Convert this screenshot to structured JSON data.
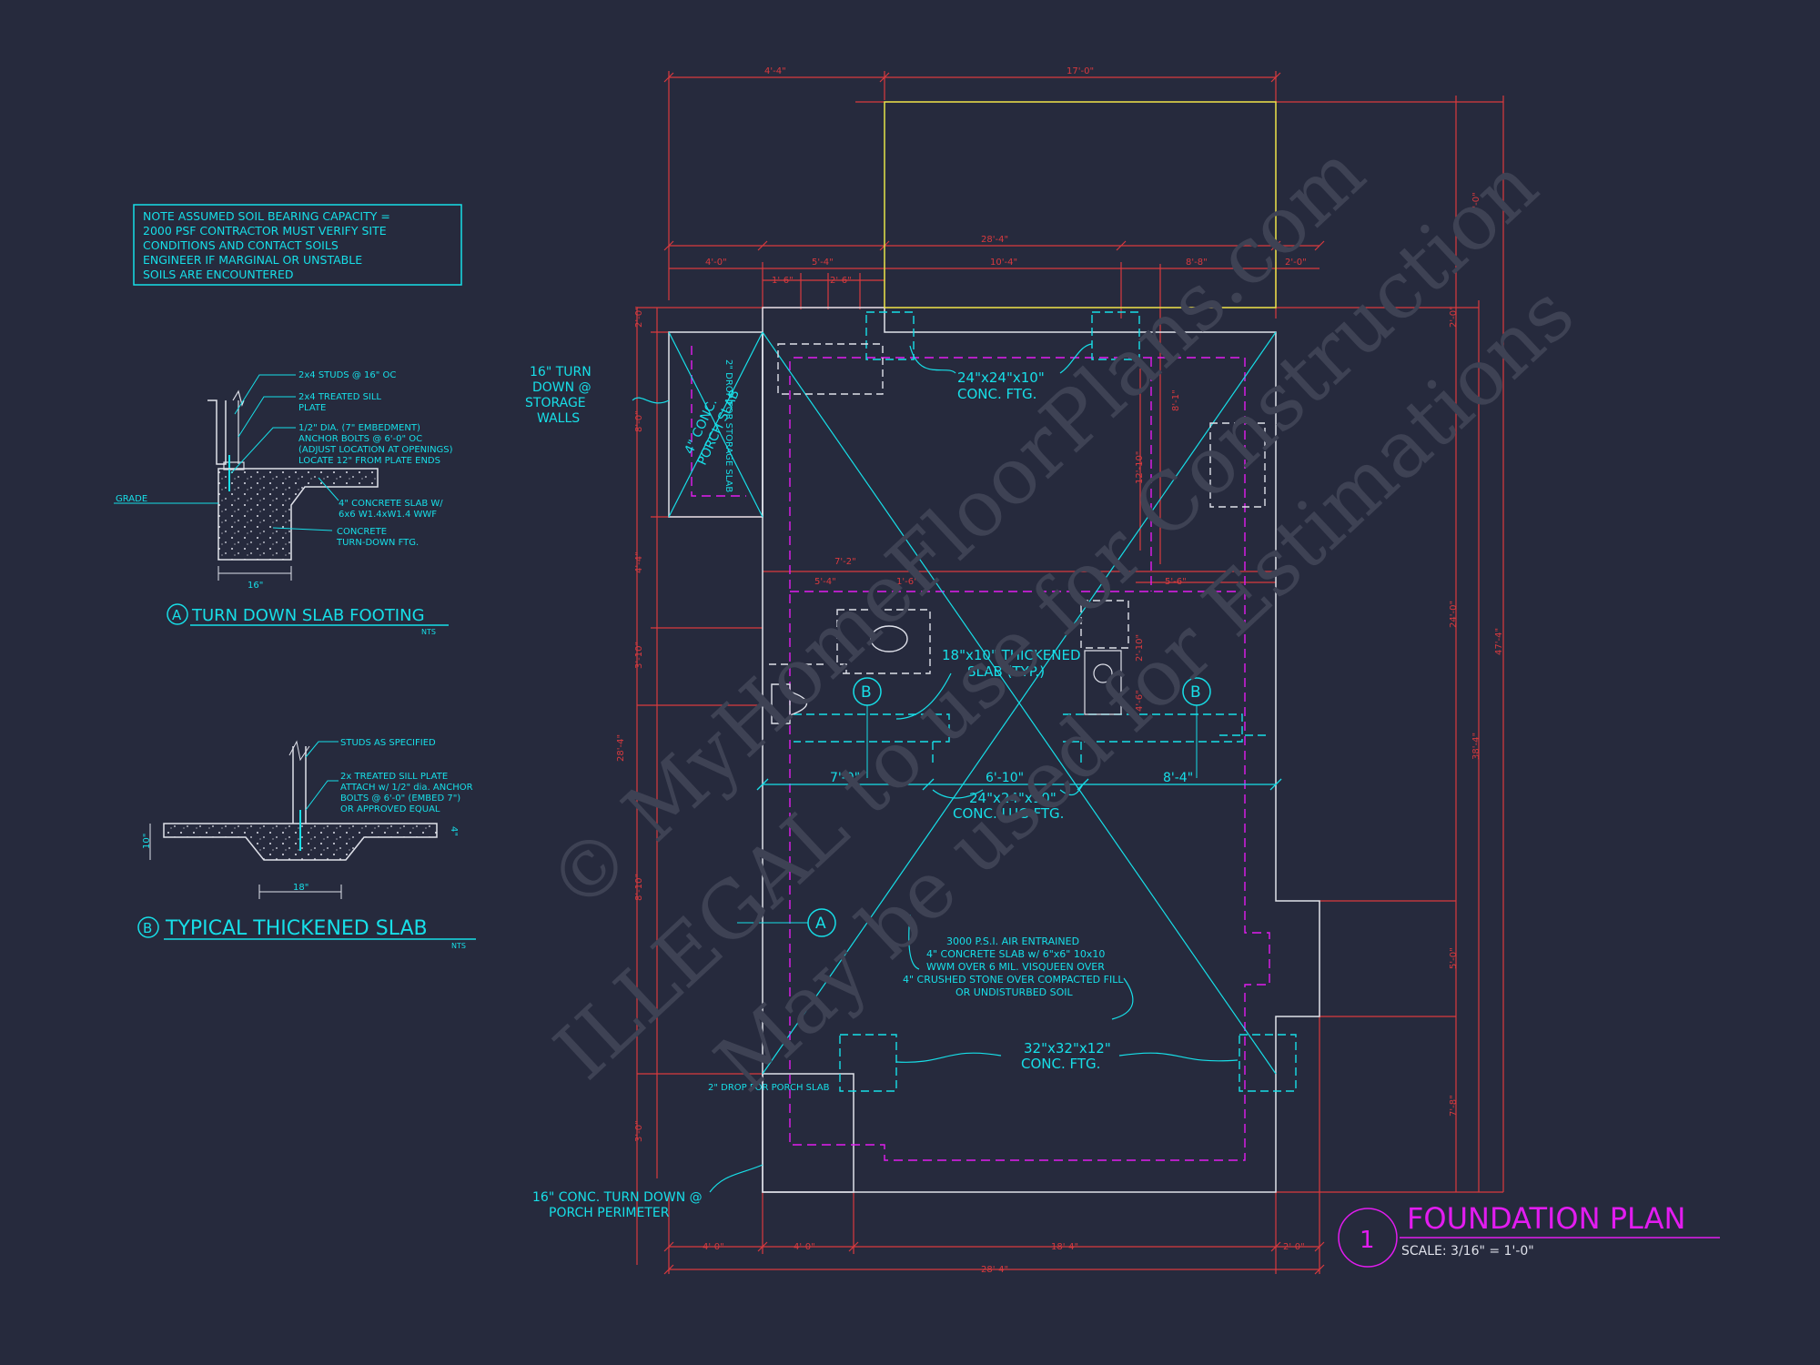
{
  "watermark": {
    "line1": "© MyHomeFloorPlans.com",
    "line2": "ILLEGAL to use for Construction",
    "line3": "May be used for Estimations"
  },
  "colors": {
    "background": "#262a3d",
    "cyan": "#17dfe8",
    "red": "#d93a3e",
    "magenta": "#e21cf0",
    "white": "#dfe1ea",
    "yellow": "#e3e34a"
  },
  "soil_note": [
    "NOTE ASSUMED SOIL BEARING CAPACITY =",
    "2000 PSF CONTRACTOR MUST VERIFY SITE",
    "CONDITIONS AND CONTACT SOILS",
    "ENGINEER IF MARGINAL OR UNSTABLE",
    "SOILS ARE ENCOUNTERED"
  ],
  "detail_a": {
    "marker": "A",
    "title": "TURN DOWN SLAB FOOTING",
    "scale": "NTS",
    "grade": "GRADE",
    "width": "16\"",
    "notes": [
      "2x4 STUDS @ 16\" OC",
      "2x4 TREATED SILL",
      "PLATE",
      "1/2\" DIA. (7\" EMBEDMENT)",
      "ANCHOR BOLTS @ 6'-0\" OC",
      "(ADJUST LOCATION AT OPENINGS)",
      "LOCATE 12\" FROM PLATE ENDS",
      "4\" CONCRETE SLAB W/",
      "6x6 W1.4xW1.4 WWF",
      "CONCRETE",
      "TURN-DOWN FTG."
    ]
  },
  "detail_b": {
    "marker": "B",
    "title": "TYPICAL THICKENED SLAB",
    "scale": "NTS",
    "depth": "10\"",
    "slab": "4\"",
    "width": "18\"",
    "notes": [
      "STUDS AS SPECIFIED",
      "2x TREATED SILL PLATE",
      "ATTACH w/ 1/2\" dia. ANCHOR",
      "BOLTS @ 6'-0\" (EMBED 7\")",
      "OR APPROVED EQUAL"
    ]
  },
  "plan": {
    "turn_down_storage": [
      "16\" TURN",
      "DOWN @",
      "STORAGE",
      "WALLS"
    ],
    "porch_slab": [
      "4\" CONC.",
      "PORCH SLAB"
    ],
    "drop_storage": "2\" DROP FOR STORAGE SLAB",
    "conc_ftg_24": [
      "24\"x24\"x10\"",
      "CONC. FTG."
    ],
    "thickened_slab": [
      "18\"x10\" THICKENED",
      "SLAB (TYP.)"
    ],
    "lug_ftg": [
      "24\"x24\"x10\"",
      "CONC. LUG FTG."
    ],
    "slab_spec": [
      "3000 P.S.I. AIR ENTRAINED",
      "4\" CONCRETE SLAB w/ 6\"x6\" 10x10",
      "WWM OVER 6 MIL. VISQUEEN OVER",
      "4\" CRUSHED STONE OVER COMPACTED FILL",
      "OR UNDISTURBED SOIL"
    ],
    "ftg_32": [
      "32\"x32\"x12\"",
      "CONC. FTG."
    ],
    "drop_porch": "2\" DROP FOR PORCH SLAB",
    "porch_perimeter": [
      "16\" CONC. TURN DOWN @",
      "PORCH PERIMETER"
    ],
    "section_a": "A",
    "section_b": "B",
    "dims_top": [
      "4'-4\"",
      "17'-0\"",
      "28'-4\"",
      "4'-0\"",
      "5'-4\"",
      "10'-4\"",
      "8'-8\"",
      "2'-0\"",
      "1'-6\"",
      "2'-6\""
    ],
    "dims_interior": [
      "7'-2\"",
      "5'-4\"",
      "1'-6\"",
      "5'-6\"",
      "7'-0\"",
      "6'-10\"",
      "8'-4\"",
      "8'-1\"",
      "12'-10\"",
      "2'-10\"",
      "4'-6\""
    ],
    "dims_bottom": [
      "4'-0\"",
      "4'-0\"",
      "18'-4\"",
      "2'-0\"",
      "28'-4\""
    ],
    "dims_left": [
      "2'-0\"",
      "8'-0\"",
      "4'-4\"",
      "3'-10\"",
      "28'-4\"",
      "8'-10\"",
      "3'-0\""
    ],
    "dims_right": [
      "8'-0\"",
      "2'-0\"",
      "24'-0\"",
      "47'-4\"",
      "38'-4\"",
      "5'-0\"",
      "7'-8\""
    ]
  },
  "title_block": {
    "number": "1",
    "title": "FOUNDATION PLAN",
    "scale": "SCALE: 3/16\" = 1'-0\""
  }
}
